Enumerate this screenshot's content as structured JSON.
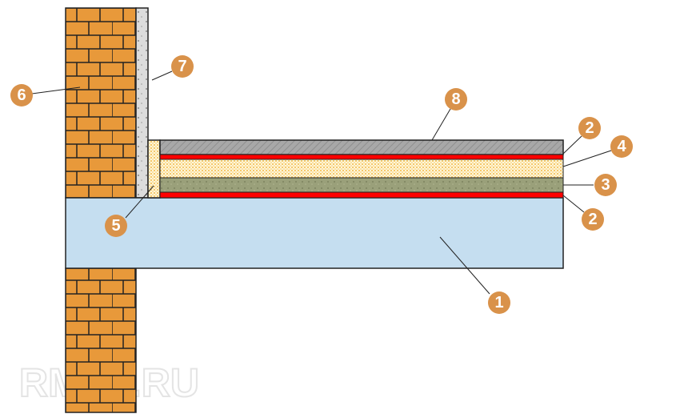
{
  "callouts": [
    {
      "id": "1",
      "label": "1"
    },
    {
      "id": "2a",
      "label": "2"
    },
    {
      "id": "2b",
      "label": "2"
    },
    {
      "id": "3",
      "label": "3"
    },
    {
      "id": "4",
      "label": "4"
    },
    {
      "id": "5",
      "label": "5"
    },
    {
      "id": "6",
      "label": "6"
    },
    {
      "id": "7",
      "label": "7"
    },
    {
      "id": "8",
      "label": "8"
    }
  ],
  "watermark": "RMNT.RU",
  "colors": {
    "brick": "#e8993a",
    "slab": "#c5def0",
    "membrane": "#ff0000",
    "insulation": "#fce7a8",
    "soundproof": "#9aa07a",
    "screed": "#a8a8a8",
    "callout": "#d9924a"
  }
}
